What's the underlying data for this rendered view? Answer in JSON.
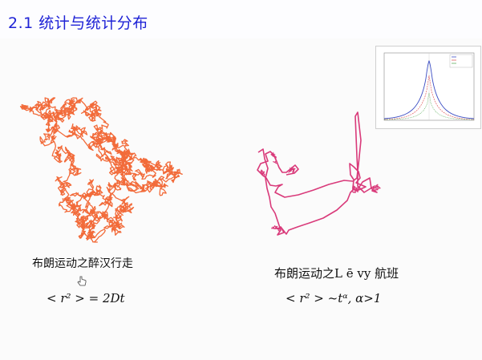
{
  "slide": {
    "title": "2.1 统计与统计分布",
    "left_caption": "布朗运动之醉汉行走",
    "left_formula": "< r² > = 2Dt",
    "right_caption": "布朗运动之L ē vy 航班",
    "right_formula": "< r² > ~tᵅ, α>1"
  },
  "colors": {
    "title": "#1f23d6",
    "brownian": "#f26b3a",
    "levy": "#d93a7a",
    "inset_curves": [
      "#3d4fc4",
      "#e06060",
      "#60b060",
      "#a070c0"
    ]
  },
  "icons": {
    "cursor": "hand-pointer-icon"
  }
}
